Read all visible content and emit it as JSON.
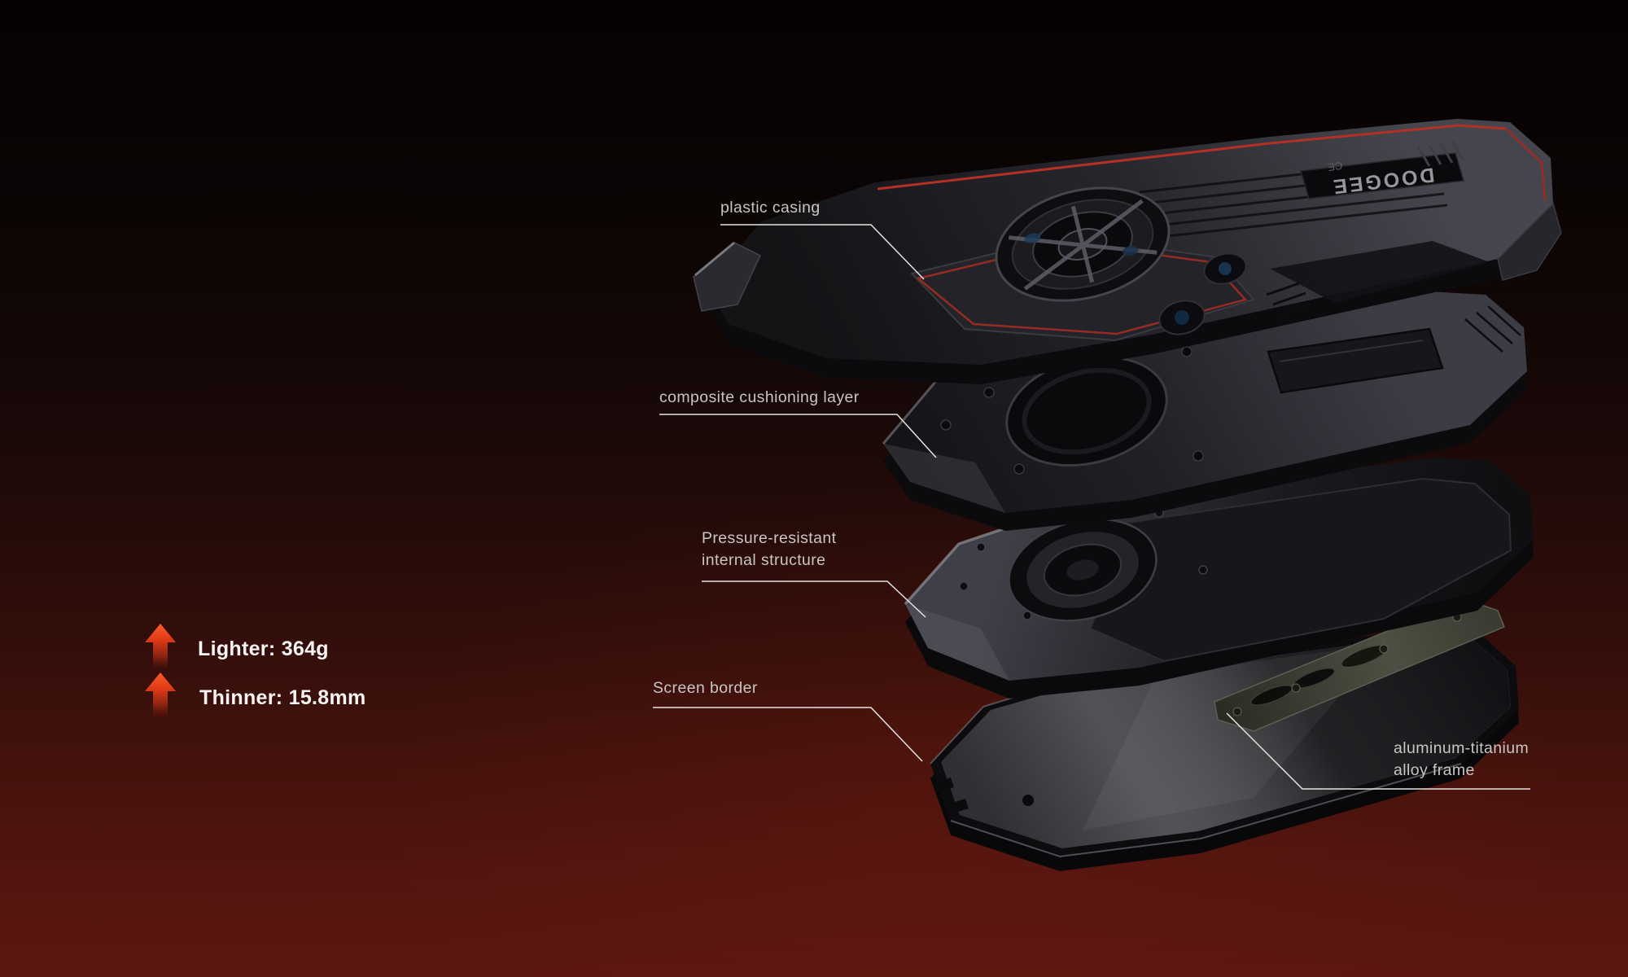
{
  "brand": {
    "logo_text": "DOOGEE",
    "certification_mark": "CE"
  },
  "stats": {
    "items": [
      {
        "icon": "up-arrow",
        "label": "Lighter: 364g"
      },
      {
        "icon": "up-arrow",
        "label": "Thinner: 15.8mm"
      }
    ]
  },
  "callouts": {
    "plastic_casing": {
      "label": "plastic casing"
    },
    "cushioning_layer": {
      "label": "composite cushioning layer"
    },
    "internal_structure": {
      "line1": "Pressure-resistant",
      "line2": "internal structure"
    },
    "screen_border": {
      "label": "Screen border"
    },
    "alloy_frame": {
      "line1": "aluminum-titanium",
      "line2": "alloy frame"
    }
  },
  "device_layers": [
    "plastic casing",
    "composite cushioning layer",
    "Pressure-resistant internal structure",
    "aluminum-titanium alloy frame",
    "Screen border"
  ],
  "colors": {
    "background_top": "#060202",
    "background_bottom": "#5c1710",
    "accent_red": "#c2332a",
    "arrow_orange": "#ff5e2c",
    "label_text": "#c8c5c3",
    "stat_text": "#f6f4f3",
    "leader_line": "#e6e4e2"
  }
}
